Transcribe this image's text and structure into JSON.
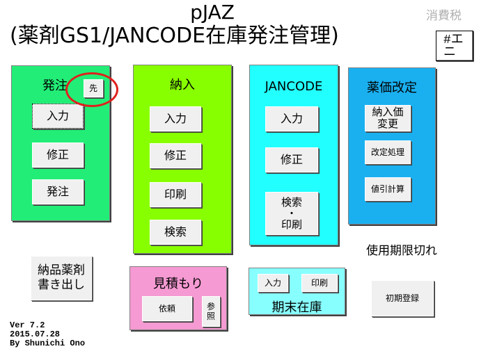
{
  "header": {
    "title": "pJAZ",
    "subtitle": "(薬剤GS1/JANCODE在庫発注管理)",
    "tax_label": "消費税",
    "tax_button_line1": "#エ",
    "tax_button_line2": "ニ"
  },
  "panels": {
    "order": {
      "title": "発注",
      "ahead_label": "先",
      "input_label": "入力",
      "edit_label": "修正",
      "order_label": "発注"
    },
    "delivery": {
      "title": "納入",
      "input_label": "入力",
      "edit_label": "修正",
      "print_label": "印刷",
      "search_label": "検索"
    },
    "jancode": {
      "title": "JANCODE",
      "input_label": "入力",
      "edit_label": "修正",
      "search_print_label": "検索\n・\n印刷"
    },
    "price": {
      "title": "薬価改定",
      "change_label": "納入価\n変更",
      "revise_label": "改定処理",
      "discount_label": "値引計算"
    },
    "estimate": {
      "title": "見積もり",
      "request_label": "依頼",
      "reference_label": "参\n照"
    },
    "period_end": {
      "title": "期末在庫",
      "input_label": "入力",
      "print_label": "印刷"
    }
  },
  "export_button": "納品薬剤\n書き出し",
  "initial_register_button": "初期登録",
  "expiry_label": "使用期限切れ",
  "version": {
    "line1": "Ver 7.2",
    "line2": "2015.07.28",
    "line3": "By Shunichi Ono"
  },
  "colors": {
    "order_panel": "#22ee77",
    "delivery_panel": "#88ff00",
    "jancode_panel": "#22ffff",
    "price_panel": "#1ab0f0",
    "estimate_panel": "#f59ad2",
    "period_end_panel": "#88ffff",
    "highlight_circle": "#e0201c"
  }
}
